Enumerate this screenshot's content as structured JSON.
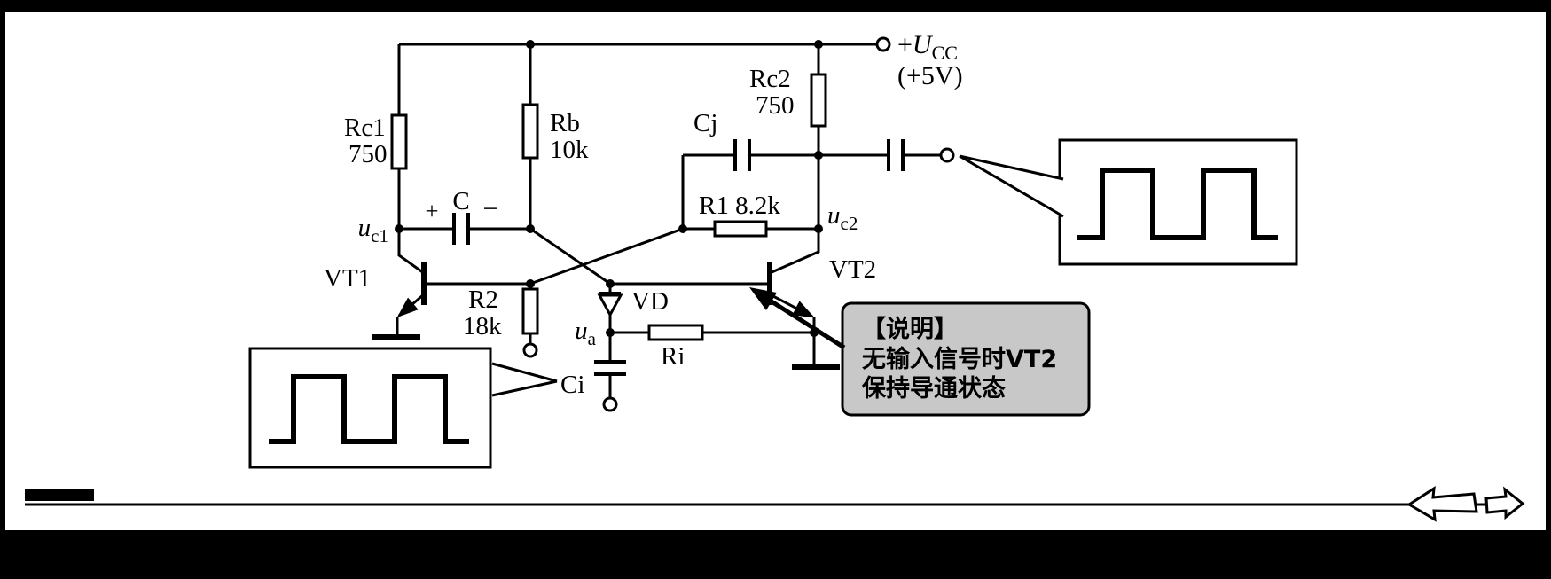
{
  "power": {
    "plus": "+",
    "u": "U",
    "sub": "CC",
    "voltage": "(+5V)"
  },
  "components": {
    "rc1": {
      "name": "Rc1",
      "value": "750"
    },
    "rb": {
      "name": "Rb",
      "value": "10k"
    },
    "rc2": {
      "name": "Rc2",
      "value": "750"
    },
    "cj": {
      "name": "Cj"
    },
    "c": {
      "plus": "+",
      "name": "C",
      "minus": "−"
    },
    "r1": {
      "name": "R1 8.2k"
    },
    "r2": {
      "name": "R2",
      "value": "18k"
    },
    "vd": {
      "name": "VD"
    },
    "ri": {
      "name": "Ri"
    },
    "ci": {
      "name": "Ci"
    },
    "vt1": {
      "name": "VT1"
    },
    "vt2": {
      "name": "VT2"
    }
  },
  "nodes": {
    "uc1": {
      "base": "u",
      "sub": "c1"
    },
    "uc2": {
      "base": "u",
      "sub": "c2"
    },
    "ua": {
      "base": "u",
      "sub": "a"
    }
  },
  "note_box": {
    "title": "【说明】",
    "line1": "无输入信号时VT2",
    "line2": "保持导通状态"
  },
  "waveforms": {
    "output": {
      "type": "square-wave",
      "pulses": 2,
      "position": "top-right-callout"
    },
    "input": {
      "type": "square-wave",
      "pulses": 2,
      "position": "bottom-left-callout"
    }
  },
  "colors": {
    "note_box_fill": "#c8c8c8",
    "ink": "#000000",
    "paper": "#ffffff"
  }
}
